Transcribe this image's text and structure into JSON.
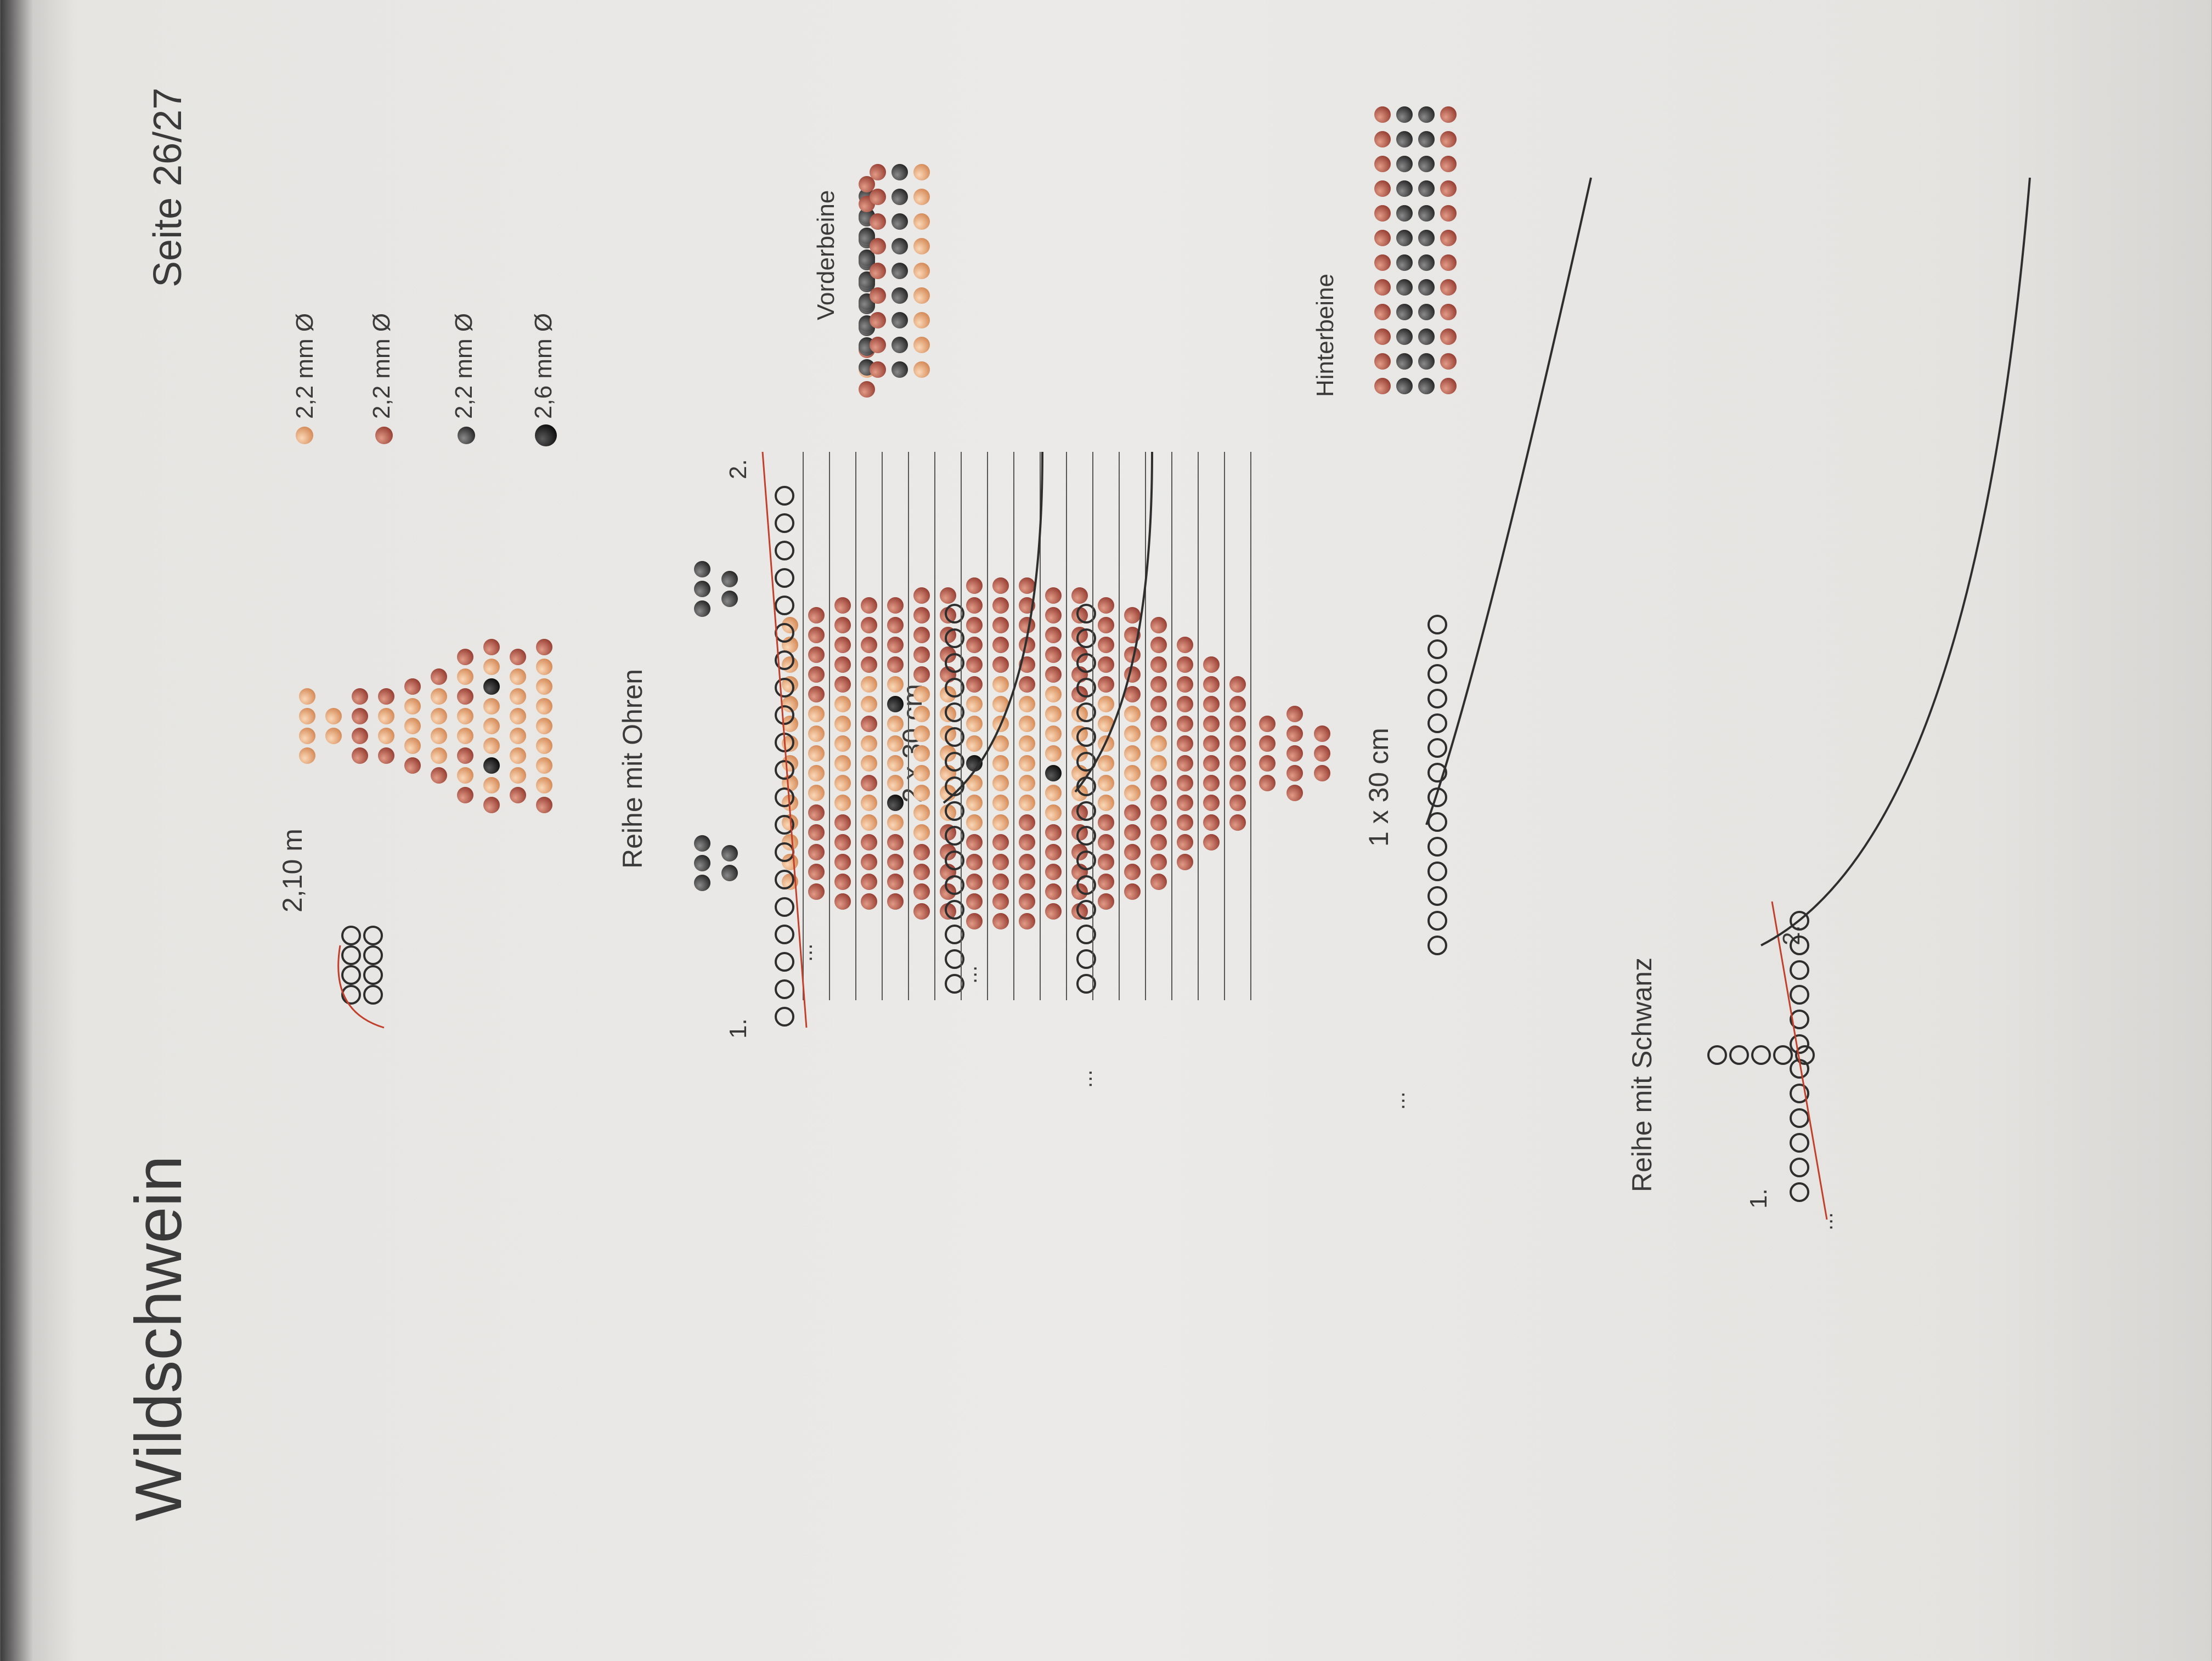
{
  "page": {
    "title": "Wildschwein",
    "page_ref": "Seite 26/27",
    "thread_length": "2,10 m"
  },
  "legend": [
    {
      "label": "2,2 mm Ø",
      "color": "#e6a57a",
      "name": "light-orange-bead"
    },
    {
      "label": "2,2 mm Ø",
      "color": "#b4584a",
      "name": "brown-bead"
    },
    {
      "label": "2,2 mm Ø",
      "color": "#3c3c3c",
      "name": "dark-grey-bead"
    },
    {
      "label": "2,6 mm Ø",
      "color": "#1e1e1e",
      "name": "black-bead"
    }
  ],
  "sections": {
    "ears_row": "Reihe mit Ohren",
    "step1": "1.",
    "step2": "2.",
    "front_legs": "Vorderbeine",
    "front_legs_thread": "2 x 30 cm",
    "hind_legs": "Hinterbeine",
    "hind_legs_thread": "1 x 30 cm",
    "tail_row": "Reihe mit Schwanz",
    "ellipsis": "..."
  },
  "colors": {
    "light": "#e6a57a",
    "brown": "#b4584a",
    "dark": "#3c3c3c",
    "black": "#1e1e1e",
    "thread": "#2e2e2e",
    "thread_red": "#c0402c"
  }
}
